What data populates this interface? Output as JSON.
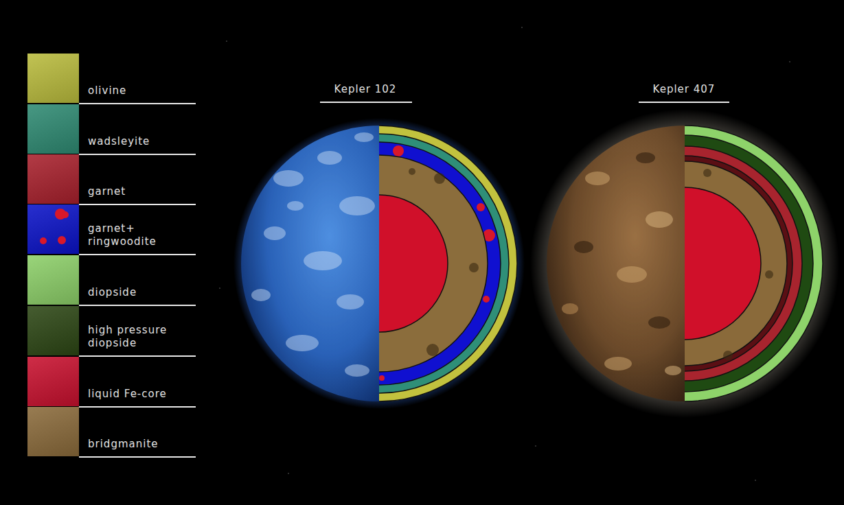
{
  "diagram": {
    "labels": [
      "Kepler 102",
      "Kepler 407"
    ],
    "legend": [
      {
        "text": "olivine",
        "color": "#b9bb3c"
      },
      {
        "text": "wadsleyite",
        "color": "#2e8a72"
      },
      {
        "text": "garnet",
        "color": "#a8202c"
      },
      {
        "text": "garnet+ ringwoodite",
        "color": "#0a12c8"
      },
      {
        "text": "diopside",
        "color": "#8ccf68"
      },
      {
        "text": "high pressure diopside",
        "color": "#2c4614"
      },
      {
        "text": "liquid Fe-core",
        "color": "#c8102e"
      },
      {
        "text": "bridgmanite",
        "color": "#8a6a3a"
      }
    ]
  }
}
